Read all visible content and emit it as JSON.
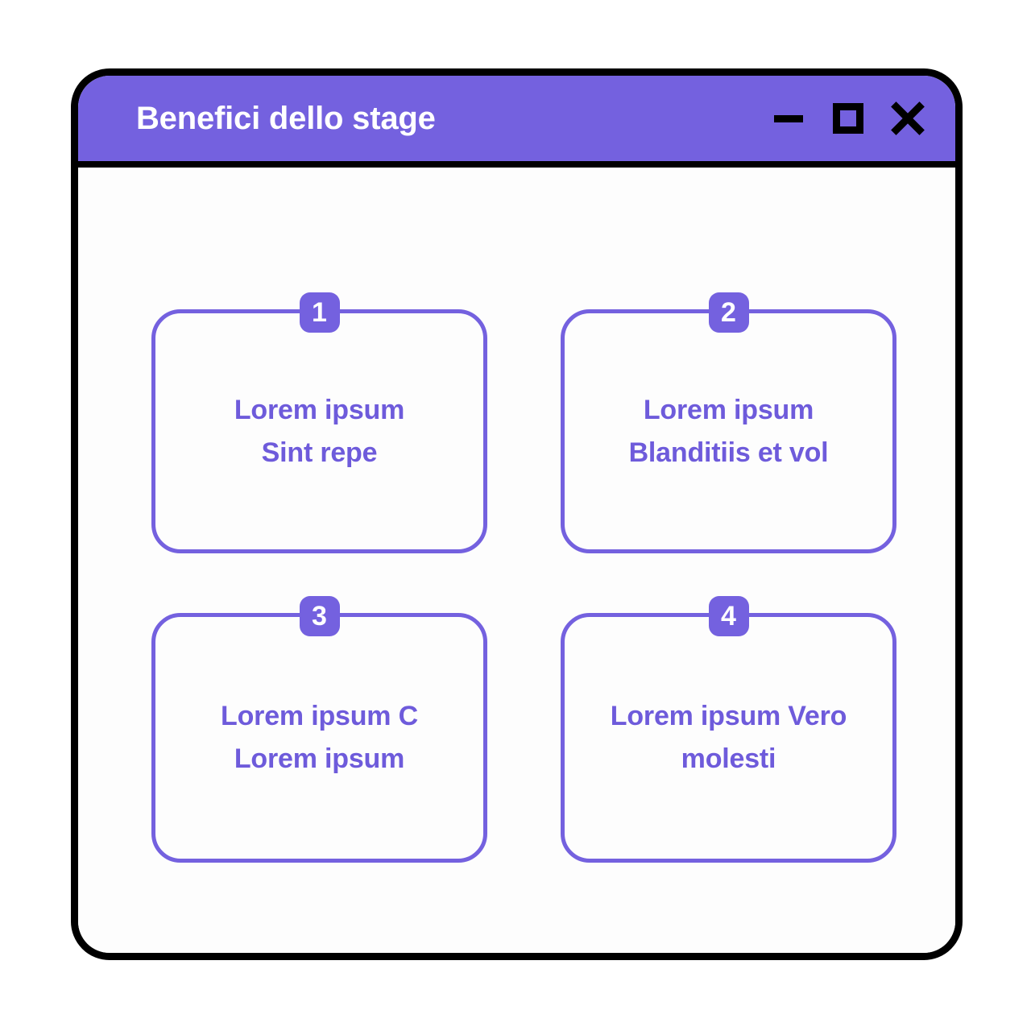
{
  "window": {
    "title": "Benefici dello stage",
    "accent_color": "#7461DF",
    "text_color": "#6E5BDB",
    "frame_color": "#000000",
    "body_background": "#FDFDFD",
    "controls": [
      {
        "name": "minimize",
        "glyph": "minus"
      },
      {
        "name": "maximize",
        "glyph": "square"
      },
      {
        "name": "close",
        "glyph": "x"
      }
    ]
  },
  "cards": [
    {
      "number": "1",
      "line1": "Lorem ipsum",
      "line2": "Sint repe"
    },
    {
      "number": "2",
      "line1": "Lorem ipsum",
      "line2": "Blanditiis et vol"
    },
    {
      "number": "3",
      "line1": "Lorem ipsum C",
      "line2": "Lorem ipsum"
    },
    {
      "number": "4",
      "line1": "Lorem ipsum Vero",
      "line2": "molesti"
    }
  ]
}
